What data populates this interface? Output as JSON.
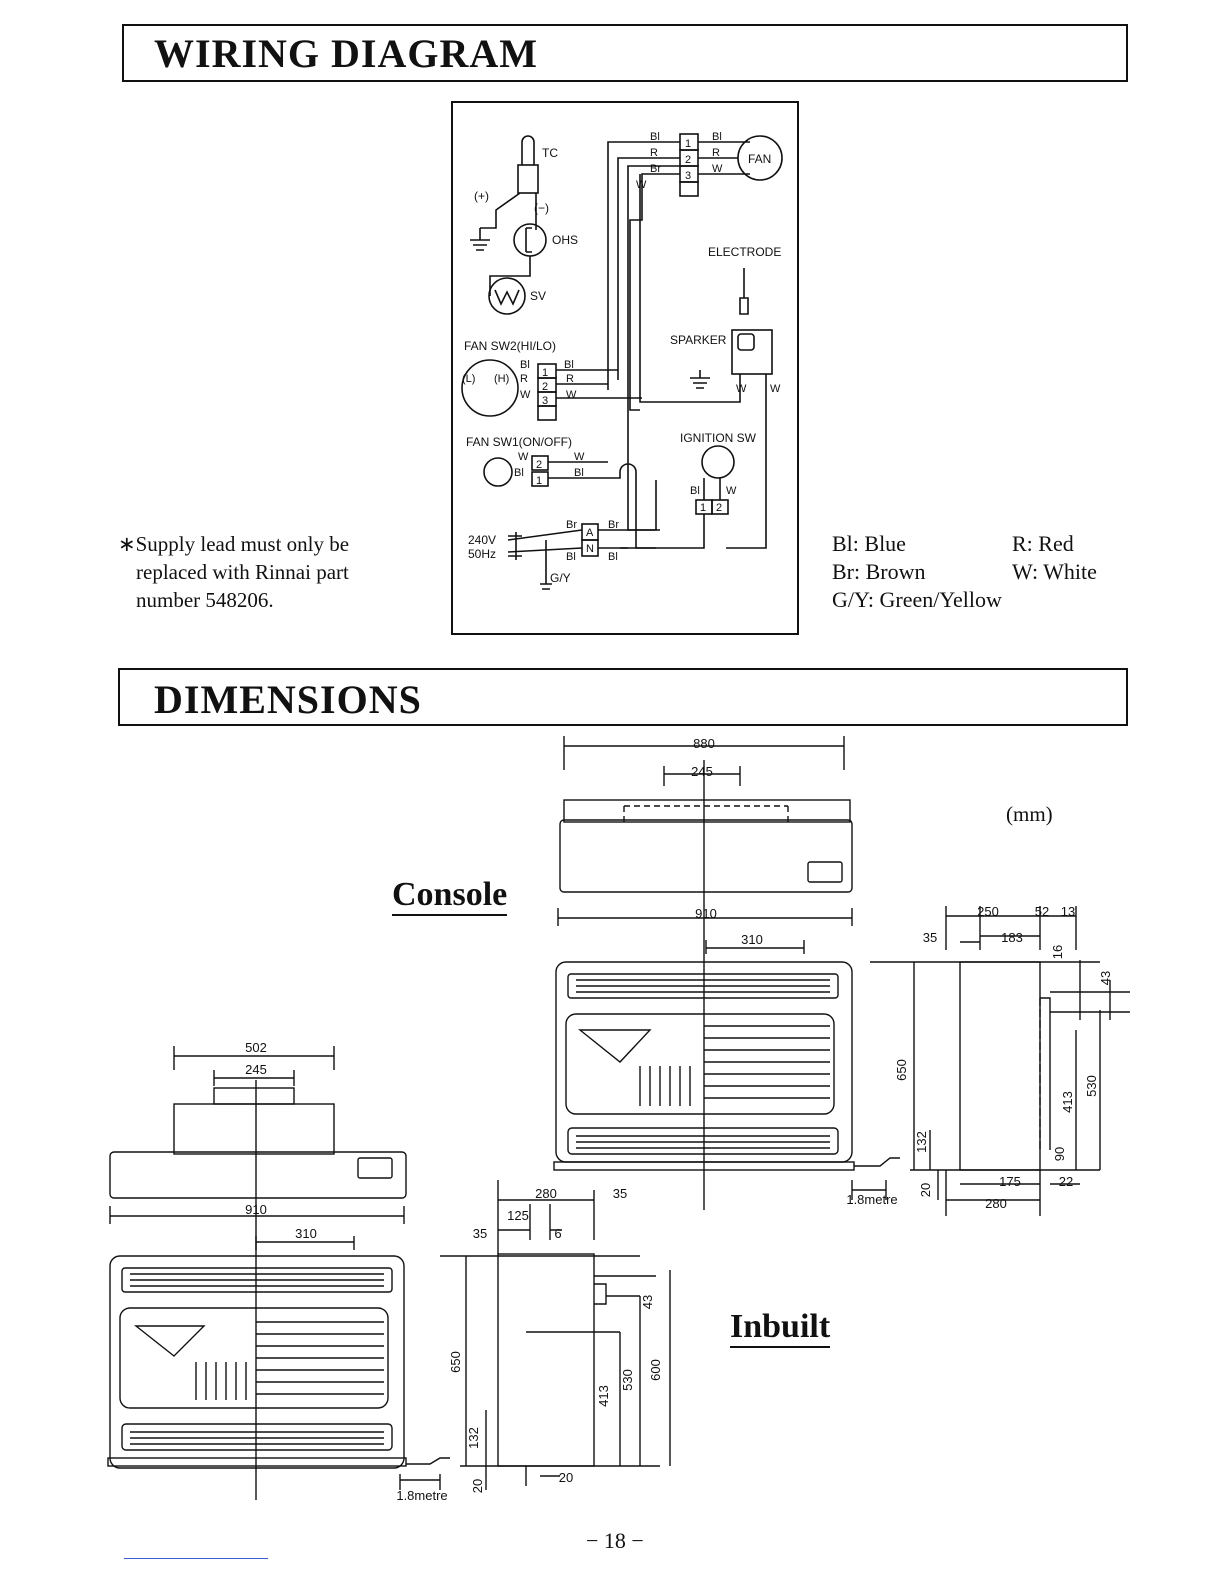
{
  "headers": {
    "wiring": "WIRING DIAGRAM",
    "dimensions": "DIMENSIONS"
  },
  "supply_note": [
    "∗Supply lead must only be",
    "replaced with Rinnai part",
    "number 548206."
  ],
  "legend": {
    "bl": "Bl: Blue",
    "r": "R: Red",
    "br": "Br: Brown",
    "w": "W: White",
    "gy": "G/Y: Green/Yellow"
  },
  "wiring": {
    "tc": "TC",
    "plus": "(+)",
    "minus": "(−)",
    "ohs": "OHS",
    "sv": "SV",
    "fan": "FAN",
    "electrode": "ELECTRODE",
    "sparker": "SPARKER",
    "fan_sw2": "FAN SW2(HI/LO)",
    "fan_sw1": "FAN SW1(ON/OFF)",
    "ignition_sw": "IGNITION SW",
    "supply_v": "240V",
    "supply_hz": "50Hz",
    "gy": "G/Y",
    "bl": "Bl",
    "r": "R",
    "br": "Br",
    "w": "W",
    "a": "A",
    "n": "N",
    "l": "(L)",
    "h": "(H)",
    "n1": "1",
    "n2": "2",
    "n3": "3"
  },
  "dims": {
    "unit": "(mm)",
    "console_label": "Console",
    "inbuilt_label": "Inbuilt",
    "d880": "880",
    "d245": "245",
    "d910": "910",
    "d310": "310",
    "d502": "502",
    "d250": "250",
    "d52": "52",
    "d13": "13",
    "d35": "35",
    "d183": "183",
    "d16": "16",
    "d43": "43",
    "d650": "650",
    "d413": "413",
    "d530": "530",
    "d132": "132",
    "d90": "90",
    "d175": "175",
    "d22": "22",
    "d280": "280",
    "d20": "20",
    "d125": "125",
    "d6": "6",
    "d600": "600",
    "cord": "1.8metre"
  },
  "page_number": "− 18 −"
}
